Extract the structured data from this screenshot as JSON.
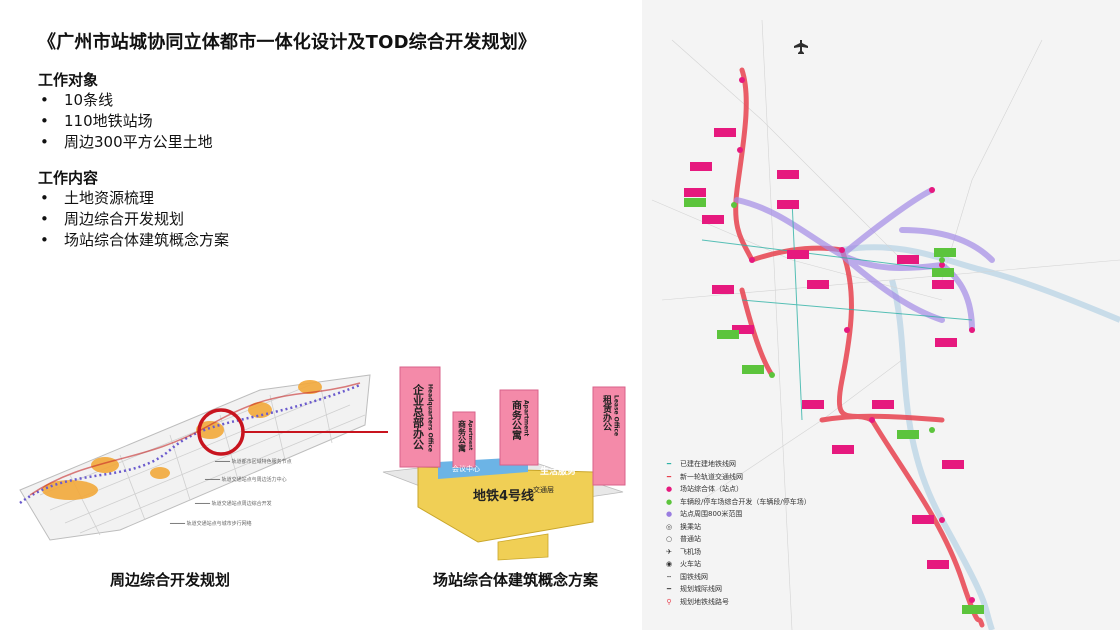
{
  "title": "《广州市站城协同立体都市一体化设计及TOD综合开发规划》",
  "work_objects": {
    "heading": "工作对象",
    "items": [
      "10条线",
      "110地铁站场",
      "周边300平方公里土地"
    ]
  },
  "work_content": {
    "heading": "工作内容",
    "items": [
      "土地资源梳理",
      "周边综合开发规划",
      "场站综合体建筑概念方案"
    ]
  },
  "captions": {
    "left": "周边综合开发规划",
    "right": "场站综合体建筑概念方案"
  },
  "building_labels": {
    "hq": "企业总部办公",
    "hq_en": "Headquarters Office",
    "apartment": "商务公寓",
    "apartment_en": "Apartment",
    "business_apartment": "商务公寓",
    "business_apartment_en": "Apartment",
    "lease_office": "租赁办公",
    "lease_office_en": "Lease Office",
    "meeting": "会议中心",
    "service": "生活服务",
    "transit": "交通层",
    "line4": "地铁4号线"
  },
  "legend": [
    {
      "symbol": "teal-line",
      "label": "已建在建地铁线网"
    },
    {
      "symbol": "red-line",
      "label": "新一轮轨道交通线网"
    },
    {
      "symbol": "pink-dot",
      "label": "场站综合体（站点）"
    },
    {
      "symbol": "green-dot",
      "label": "车辆段/停车场综合开发（车辆段/停车场）"
    },
    {
      "symbol": "purple-circle",
      "label": "站点周围800米范围"
    },
    {
      "symbol": "interchange",
      "label": "换乘站"
    },
    {
      "symbol": "station",
      "label": "普通站"
    },
    {
      "symbol": "airport",
      "label": "飞机场"
    },
    {
      "symbol": "train",
      "label": "火车站"
    },
    {
      "symbol": "national-rail",
      "label": "国铁线网"
    },
    {
      "symbol": "intercity",
      "label": "规划城际线网"
    },
    {
      "symbol": "metro-number",
      "label": "规划地铁线路号"
    }
  ],
  "colors": {
    "metro_red": "#e8424f",
    "station_pink": "#e6197e",
    "depot_green": "#5cc43c",
    "catchment_purple": "#9a7de0",
    "existing_teal": "#2eb2a6",
    "connector_red": "#c8141e",
    "building_pink": "#f48aa9",
    "podium_yellow": "#f0cf55",
    "podium_blue": "#6cb4e6"
  }
}
